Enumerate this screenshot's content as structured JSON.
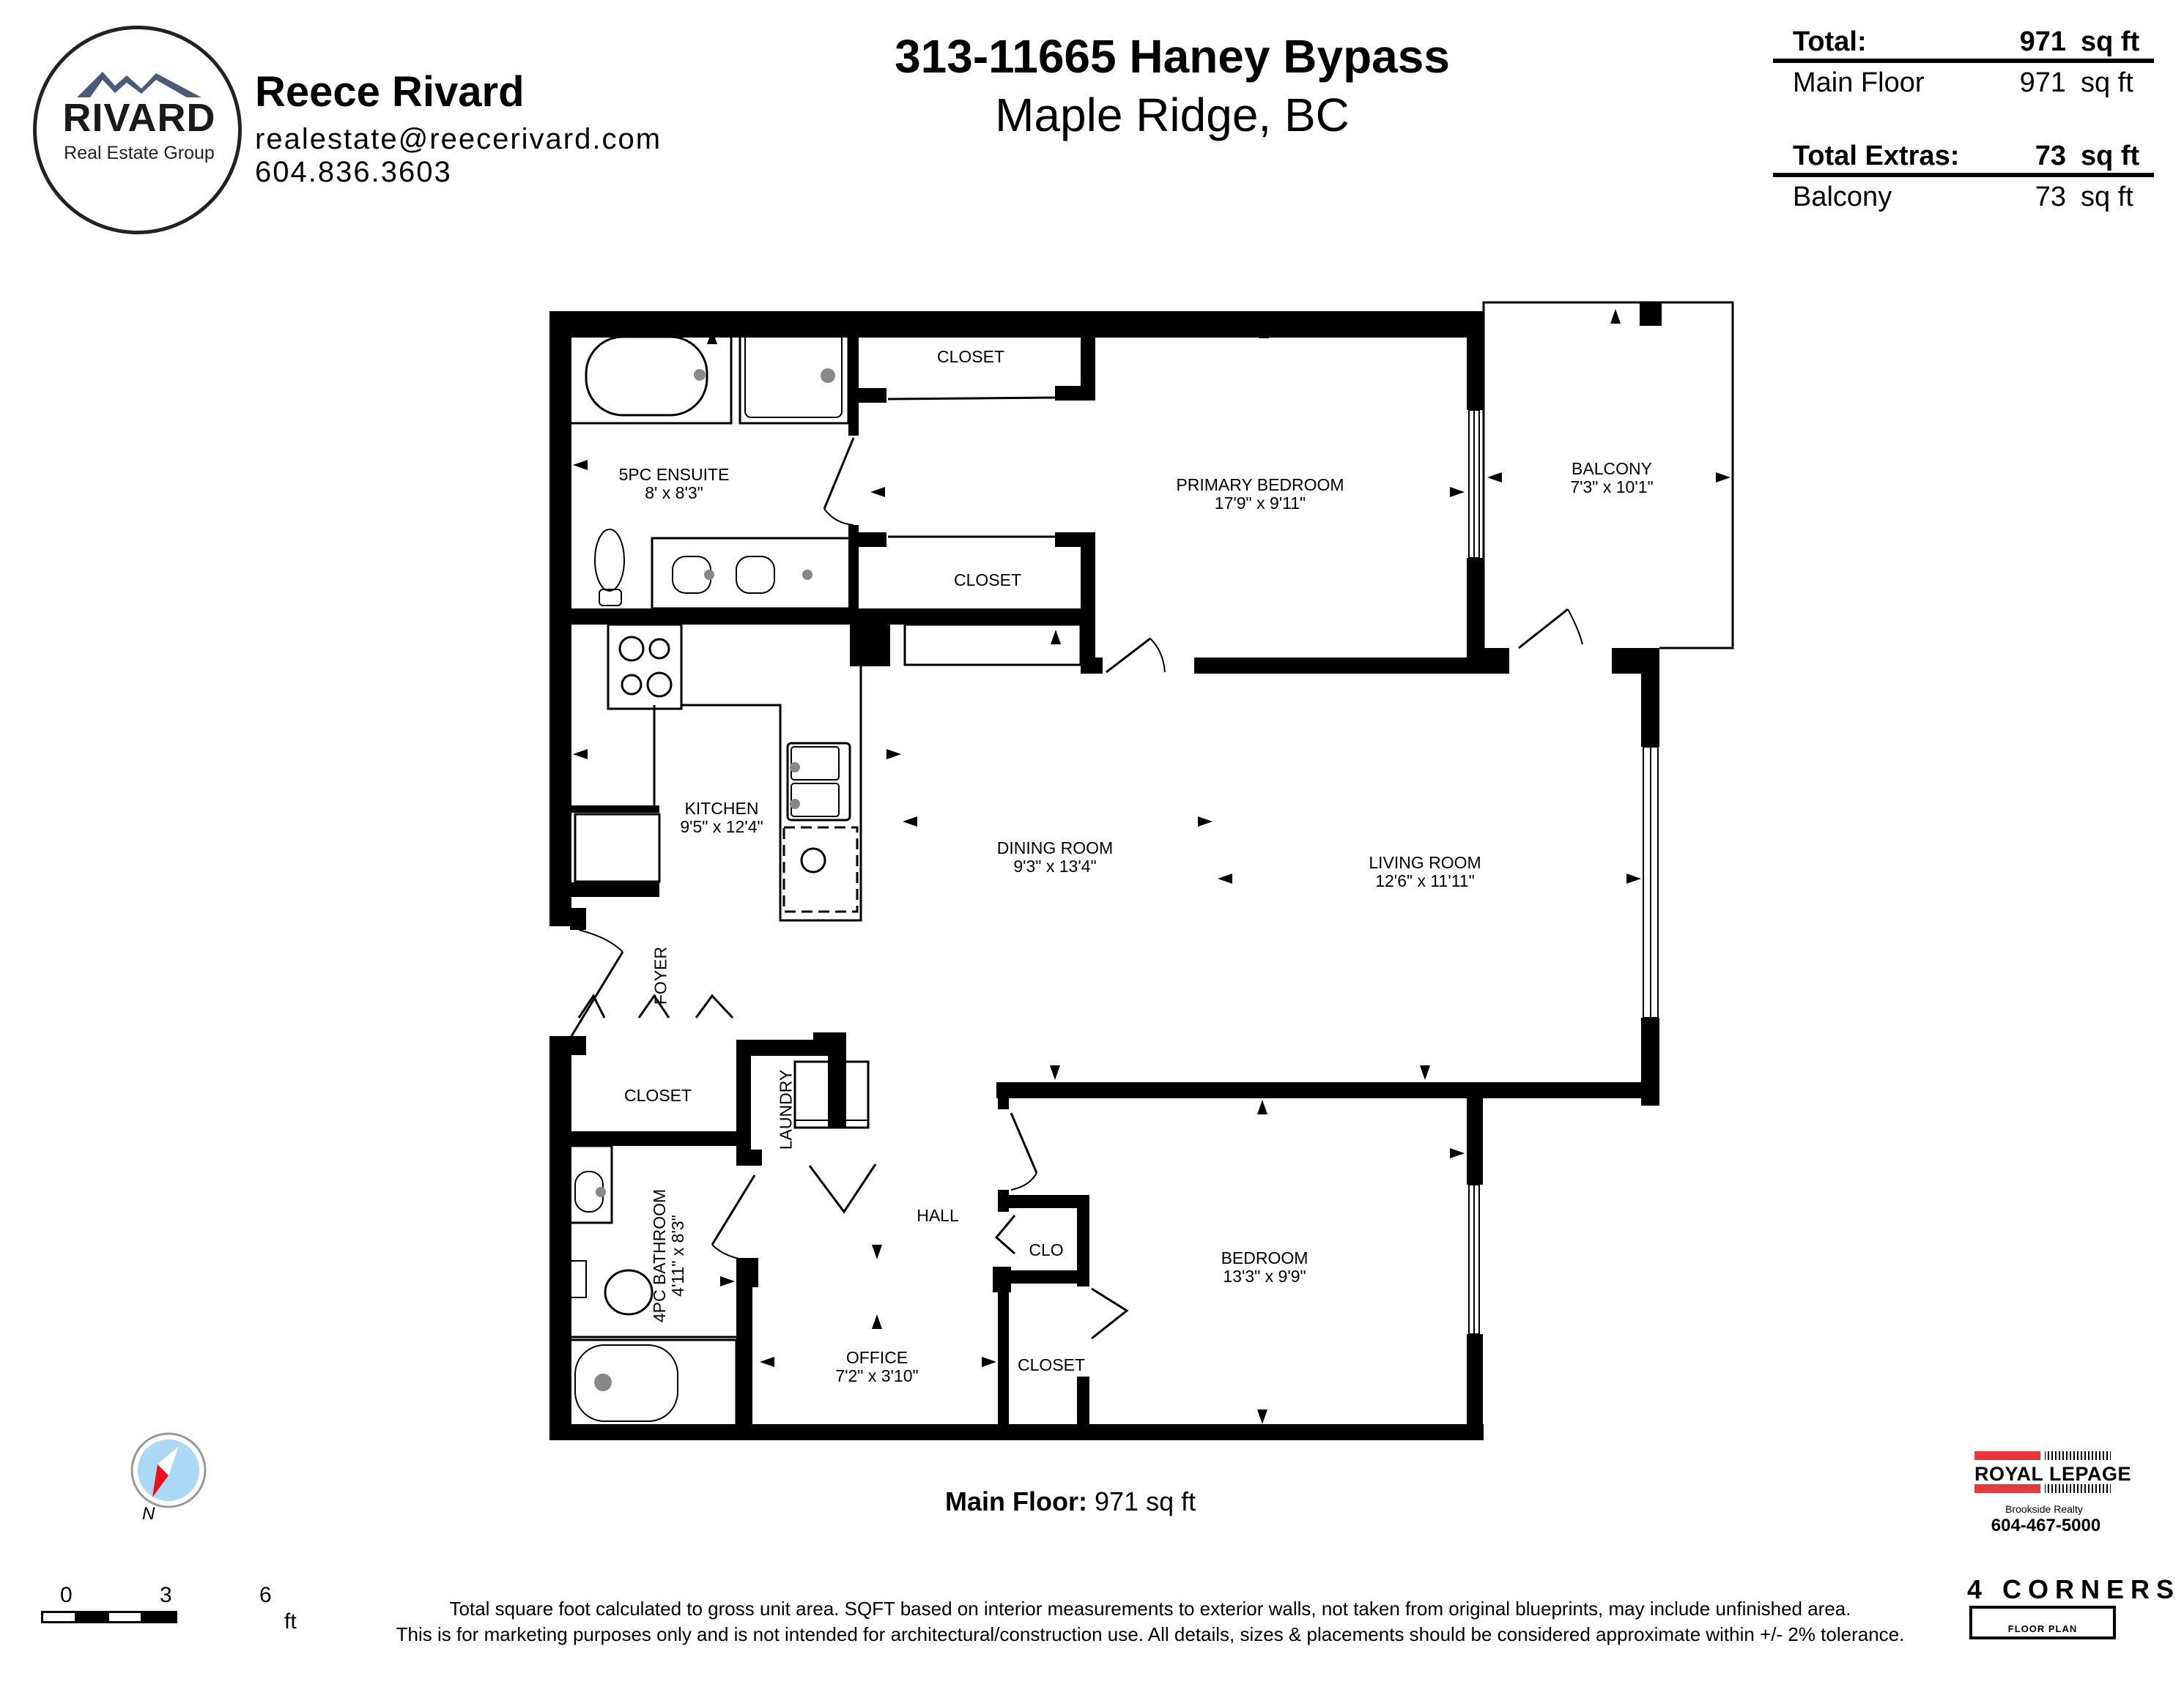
{
  "brand": {
    "logo_word": "RIVARD",
    "logo_sub": "Real Estate Group",
    "agent_name": "Reece Rivard",
    "email": "realestate@reecerivard.com",
    "phone": "604.836.3603",
    "mountain_color": "#4a5a78"
  },
  "title": {
    "address": "313-11665 Haney Bypass",
    "city": "Maple Ridge, BC"
  },
  "area_summary": {
    "total": {
      "label": "Total:",
      "value": "971",
      "unit": "sq ft"
    },
    "main_floor": {
      "label": "Main Floor",
      "value": "971",
      "unit": "sq ft"
    },
    "total_extras": {
      "label": "Total Extras:",
      "value": "73",
      "unit": "sq ft"
    },
    "balcony": {
      "label": "Balcony",
      "value": "73",
      "unit": "sq ft"
    }
  },
  "rooms": [
    {
      "name": "5PC ENSUITE",
      "dims": "8' x 8'3\""
    },
    {
      "name": "CLOSET",
      "dims": ""
    },
    {
      "name": "CLOSET",
      "dims": ""
    },
    {
      "name": "PRIMARY BEDROOM",
      "dims": "17'9\" x 9'11\""
    },
    {
      "name": "BALCONY",
      "dims": "7'3\" x 10'1\""
    },
    {
      "name": "KITCHEN",
      "dims": "9'5\" x 12'4\""
    },
    {
      "name": "DINING ROOM",
      "dims": "9'3\" x 13'4\""
    },
    {
      "name": "LIVING ROOM",
      "dims": "12'6\" x 11'11\""
    },
    {
      "name": "FOYER",
      "dims": ""
    },
    {
      "name": "CLOSET",
      "dims": ""
    },
    {
      "name": "LAUNDRY",
      "dims": ""
    },
    {
      "name": "4PC BATHROOM",
      "dims": "4'11\" x 8'3\""
    },
    {
      "name": "HALL",
      "dims": ""
    },
    {
      "name": "CLO",
      "dims": ""
    },
    {
      "name": "OFFICE",
      "dims": "7'2\" x 3'10\""
    },
    {
      "name": "CLOSET",
      "dims": ""
    },
    {
      "name": "BEDROOM",
      "dims": "13'3\" x 9'9\""
    }
  ],
  "floor_caption": {
    "label": "Main Floor:",
    "value": "971 sq ft"
  },
  "compass": {
    "label": "N",
    "needle_color": "#e8101a",
    "face_color": "#aad8f5"
  },
  "scale_bar": {
    "ticks": [
      "0",
      "3",
      "6"
    ],
    "unit": "ft"
  },
  "disclaimer": {
    "line1": "Total square foot calculated to gross unit area. SQFT based on interior measurements to exterior walls, not taken from original blueprints, may include unfinished area.",
    "line2": "This is for marketing purposes only and is not intended for architectural/construction use.  All details, sizes & placements should be considered approximate within +/- 2%  tolerance."
  },
  "brokerage": {
    "name": "ROYAL LEPAGE",
    "office": "Brookside Realty",
    "phone": "604-467-5000",
    "accent": "#e8383d"
  },
  "producer": {
    "name": "4 CORNERS",
    "sub": "FLOOR PLAN"
  }
}
